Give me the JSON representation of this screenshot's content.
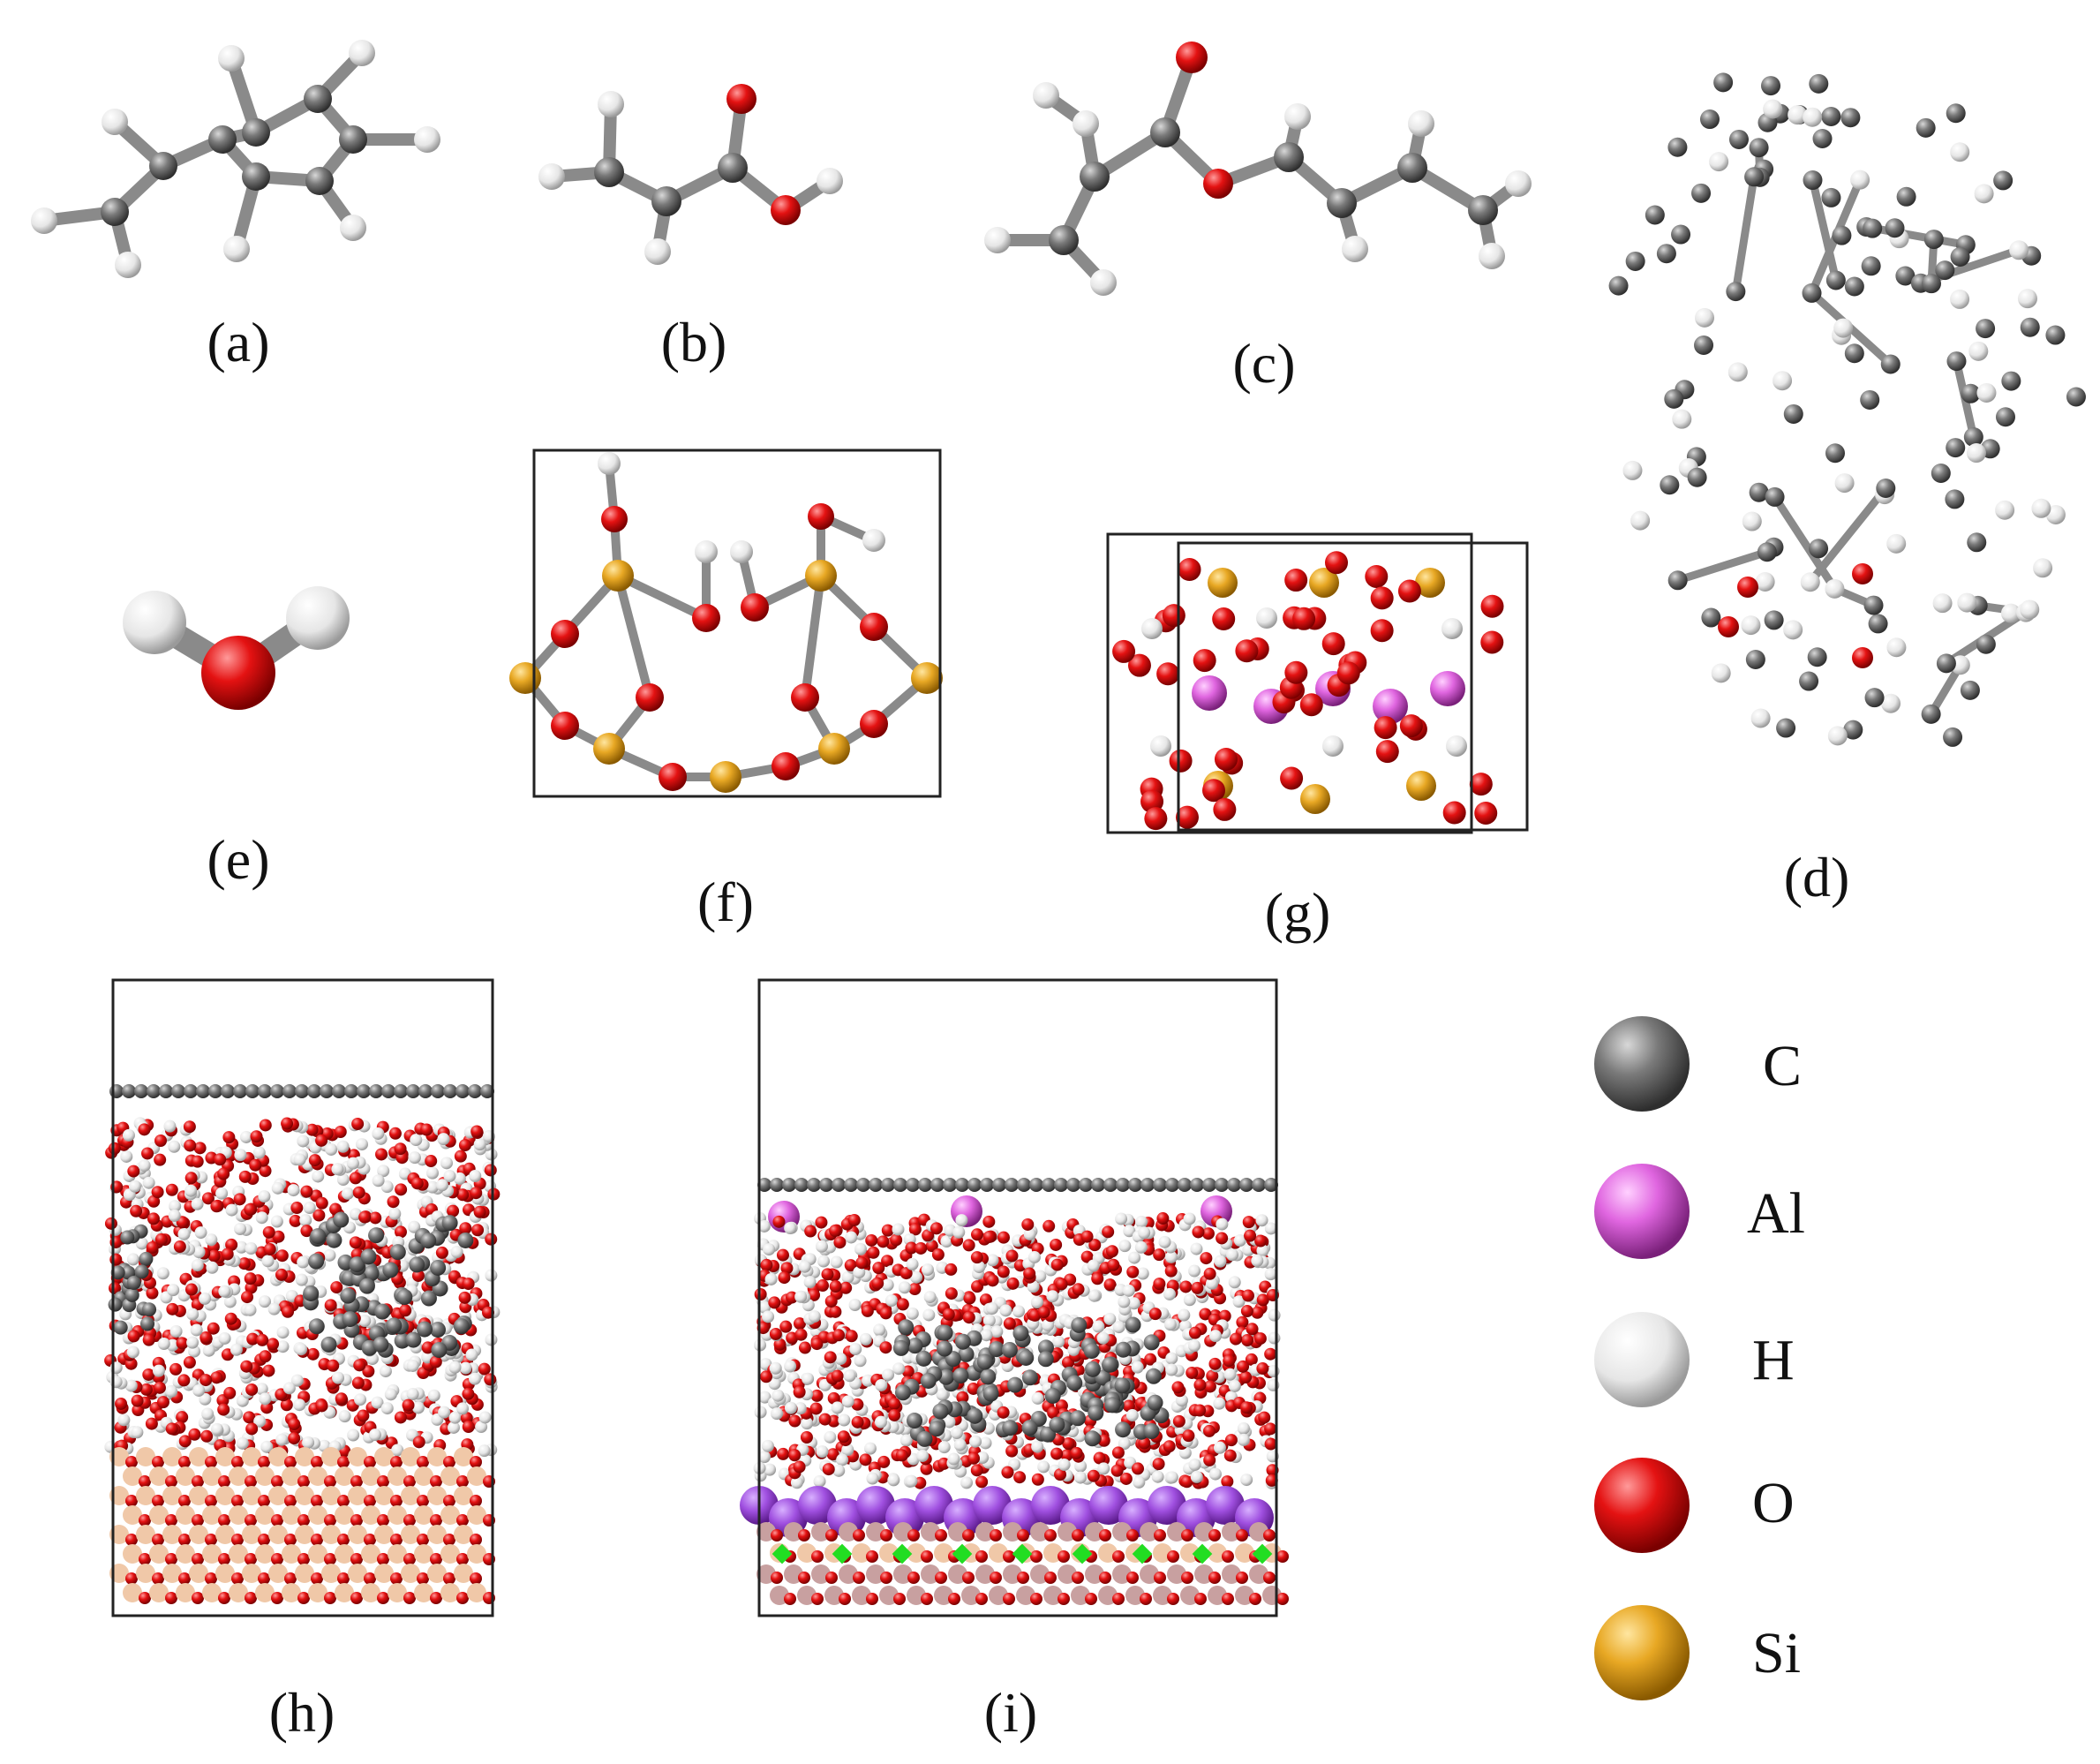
{
  "panels": {
    "a": "(a)",
    "b": "(b)",
    "c": "(c)",
    "d": "(d)",
    "e": "(e)",
    "f": "(f)",
    "g": "(g)",
    "h": "(h)",
    "i": "(i)"
  },
  "legend": [
    {
      "symbol": "C",
      "color": "#6b6b6b"
    },
    {
      "symbol": "Al",
      "color": "#e066e0"
    },
    {
      "symbol": "H",
      "color": "#f2f2f2"
    },
    {
      "symbol": "O",
      "color": "#e60000"
    },
    {
      "symbol": "Si",
      "color": "#e6a21e"
    }
  ],
  "colors": {
    "carbon": "#7a7a7a",
    "hydrogen": "#f0f0f0",
    "oxygen": "#e41212",
    "silicon": "#e8a824",
    "aluminum": "#c060d0",
    "substrate_si": "#f0c8a8",
    "bond": "#8a8a8a",
    "cell_box": "#222222",
    "surface_al": "#a050e0",
    "surface_green": "#22dd22"
  }
}
